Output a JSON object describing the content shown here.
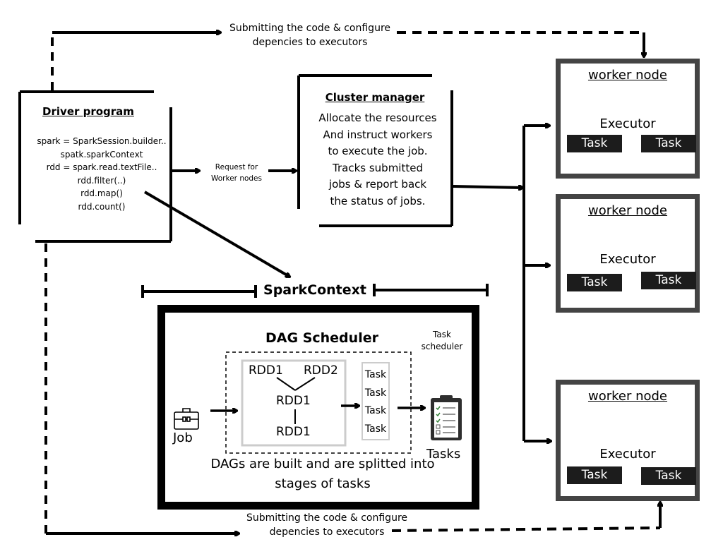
{
  "top_note": "Submitting the code & configure depencies to executors",
  "bottom_note": "Submitting the code & configure depencies to executors",
  "driver": {
    "title": "Driver program",
    "code_lines": [
      "spark = SparkSession.builder..",
      "spatk.sparkContext",
      "rdd = spark.read.textFile..",
      "rdd.filter(..)",
      "rdd.map()",
      "rdd.count()"
    ]
  },
  "request_label": "Request for Worker nodes",
  "cluster_manager": {
    "title": "Cluster manager",
    "lines": [
      "Allocate the resources",
      "And instruct workers",
      "to execute the job.",
      "Tracks submitted",
      "jobs & report back",
      "the status of jobs."
    ]
  },
  "workers": [
    {
      "title": "worker node",
      "executor": "Executor",
      "tasks": [
        "Task",
        "Task"
      ]
    },
    {
      "title": "worker node",
      "executor": "Executor",
      "tasks": [
        "Task",
        "Task"
      ]
    },
    {
      "title": "worker node",
      "executor": "Executor",
      "tasks": [
        "Task",
        "Task"
      ]
    }
  ],
  "spark_context": {
    "title": "SparkContext",
    "dag_title": "DAG Scheduler",
    "task_scheduler": "Task scheduler",
    "rdd_top_left": "RDD1",
    "rdd_top_right": "RDD2",
    "rdd_middle": "RDD1",
    "rdd_bottom": "RDD1",
    "task_list": [
      "Task",
      "Task",
      "Task",
      "Task"
    ],
    "job_label": "Job",
    "tasks_label": "Tasks",
    "caption": "DAGs are built and are splitted into stages of tasks"
  },
  "icons": [
    "briefcase-icon",
    "clipboard-checklist-icon"
  ],
  "colors": {
    "line": "#000000",
    "worker_border": "#444444",
    "task_fill": "#1c1c1c",
    "inner_border": "#cccccc"
  }
}
